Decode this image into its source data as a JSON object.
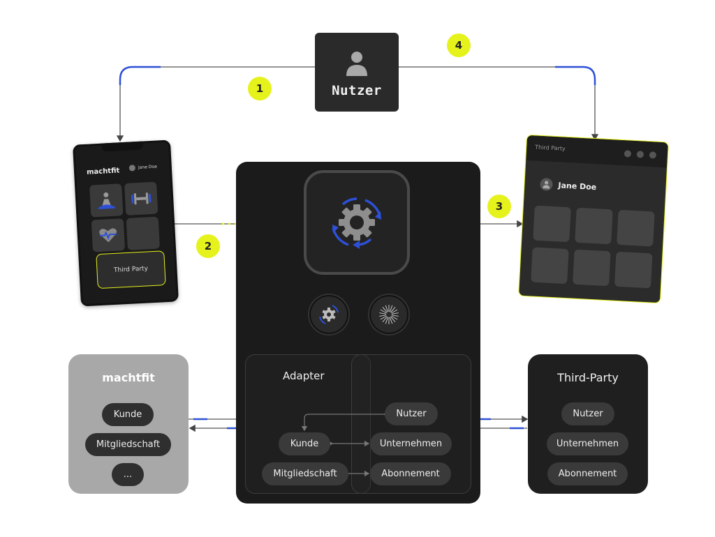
{
  "user": {
    "label": "Nutzer"
  },
  "steps": [
    "1",
    "2",
    "3",
    "4"
  ],
  "phone": {
    "brand": "machtfit",
    "user_name": "Jane Doe",
    "third_party_button": "Third Party"
  },
  "browser": {
    "title": "Third Party",
    "user_name": "Jane Doe"
  },
  "adapter": {
    "title": "Adapter",
    "left_entities": [
      "Kunde",
      "Mitgliedschaft"
    ],
    "right_entities": [
      "Nutzer",
      "Unternehmen",
      "Abonnement"
    ]
  },
  "machtfit_panel": {
    "logo": "machtfit",
    "entities": [
      "Kunde",
      "Mitgliedschaft",
      "..."
    ]
  },
  "third_party_panel": {
    "title": "Third-Party",
    "entities": [
      "Nutzer",
      "Unternehmen",
      "Abonnement"
    ]
  },
  "colors": {
    "accent_yellow": "#e6f21c",
    "accent_blue": "#2d50d6",
    "dark": "#1b1b1b",
    "panel_gray": "#a8a8a8"
  }
}
